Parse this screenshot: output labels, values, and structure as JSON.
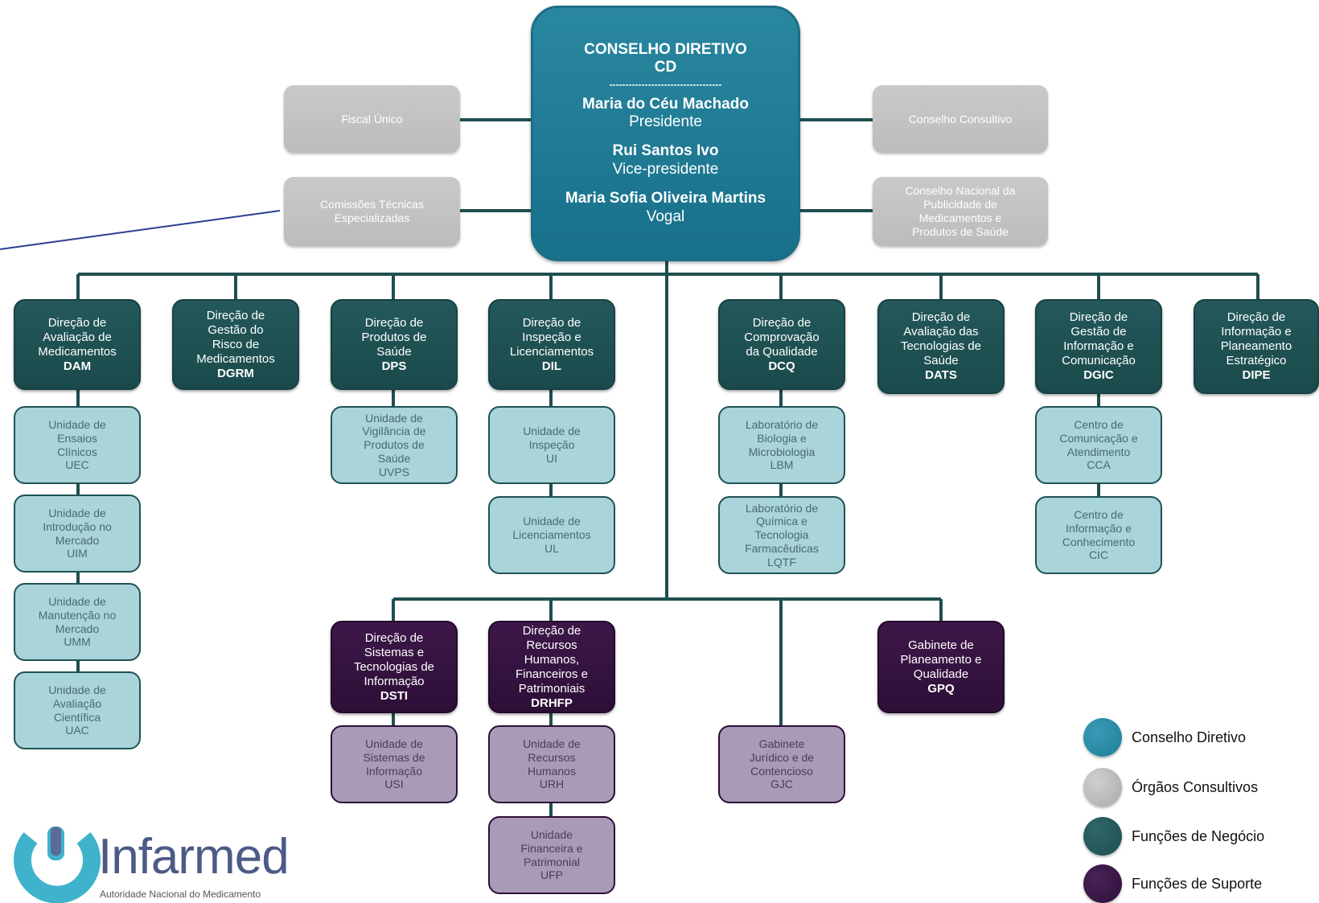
{
  "council": {
    "title": "CONSELHO DIRETIVO",
    "abbr": "CD",
    "separator": "-----------------------------------",
    "members": [
      {
        "name": "Maria do Céu Machado",
        "role": "Presidente"
      },
      {
        "name": "Rui Santos Ivo",
        "role": "Vice-presidente"
      },
      {
        "name": "Maria Sofia Oliveira Martins",
        "role": "Vogal"
      }
    ]
  },
  "consultative": {
    "fiscal": "Fiscal Único",
    "comissoes": "Comissões Técnicas\nEspecializadas",
    "conselho_consultivo": "Conselho Consultivo",
    "cnpm": "Conselho Nacional da\nPublicidade de\nMedicamentos e\nProdutos de Saúde"
  },
  "directorates": [
    {
      "name": "Direção de\nAvaliação de\nMedicamentos",
      "code": "DAM"
    },
    {
      "name": "Direção de\nGestão do\nRisco de\nMedicamentos",
      "code": "DGRM"
    },
    {
      "name": "Direção de\nProdutos de\nSaúde",
      "code": "DPS"
    },
    {
      "name": "Direção de\nInspeção e\nLicenciamentos",
      "code": "DIL"
    },
    {
      "name": "Direção de\nComprovação\nda Qualidade",
      "code": "DCQ"
    },
    {
      "name": "Direção de\nAvaliação das\nTecnologias de\nSaúde",
      "code": "DATS"
    },
    {
      "name": "Direção de\nGestão de\nInformação e\nComunicação",
      "code": "DGIC"
    },
    {
      "name": "Direção de\nInformação e\nPlaneamento\nEstratégico",
      "code": "DIPE"
    }
  ],
  "units": {
    "uec": "Unidade de\nEnsaios\nClínicos\nUEC",
    "uim": "Unidade de\nIntrodução no\nMercado\nUIM",
    "umm": "Unidade de\nManutenção no\nMercado\nUMM",
    "uac": "Unidade de\nAvaliação\nCientífica\nUAC",
    "uvps": "Unidade de\nVigilância de\nProdutos de\nSaúde\nUVPS",
    "ui": "Unidade de\nInspeção\nUI",
    "ul": "Unidade de\nLicenciamentos\nUL",
    "lbm": "Laboratório de\nBiologia e\nMicrobiologia\nLBM",
    "lqtf": "Laboratório de\nQuímica e\nTecnologia\nFarmacêuticas\nLQTF",
    "cca": "Centro de\nComunicação e\nAtendimento\nCCA",
    "cic": "Centro de\nInformação e\nConhecimento\nCIC"
  },
  "support": [
    {
      "name": "Direção de\nSistemas e\nTecnologias de\nInformação",
      "code": "DSTI"
    },
    {
      "name": "Direção de\nRecursos\nHumanos,\nFinanceiros e\nPatrimoniais",
      "code": "DRHFP"
    },
    {
      "name": "Gabinete de\nPlaneamento e\nQualidade",
      "code": "GPQ"
    }
  ],
  "support_units": {
    "usi": "Unidade de\nSistemas de\nInformação\nUSI",
    "urh": "Unidade de\nRecursos\nHumanos\nURH",
    "ufp": "Unidade\nFinanceira e\nPatrimonial\nUFP",
    "gjc": "Gabinete\nJurídico e de\nContencioso\nGJC"
  },
  "legend": [
    {
      "label": "Conselho Diretivo",
      "color": "#1f7f99"
    },
    {
      "label": "Órgãos Consultivos",
      "color": "#b5b5b5"
    },
    {
      "label": "Funções de Negócio",
      "color": "#1d4f51"
    },
    {
      "label": "Funções de Suporte",
      "color": "#2d0f38"
    }
  ],
  "logo": {
    "word": "Infarmed",
    "tagline": "Autoridade Nacional do Medicamento"
  }
}
